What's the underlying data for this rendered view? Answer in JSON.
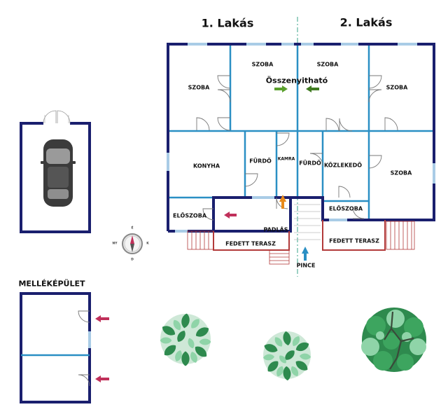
{
  "headings": {
    "apartment_1": "1. Lakás",
    "apartment_2": "2. Lakás",
    "outbuilding": "MELLÉKÉPÜLET"
  },
  "rooms": {
    "szoba_1_left": "SZOBA",
    "szoba_1_mid": "SZOBA",
    "szoba_2_mid": "SZOBA",
    "szoba_2_right": "SZOBA",
    "konyha": "KONYHA",
    "furdo_1": "FÜRDŐ",
    "kamra": "KAMRA",
    "furdo_2": "FÜRDŐ",
    "kozlekedo": "KÖZLEKEDŐ",
    "szoba_2_lower": "SZOBA",
    "eloszoba_1": "ELŐSZOBA",
    "eloszoba_2": "ELŐSZOBA",
    "padlas": "PADLÁS",
    "fedett_terasz_1": "FEDETT TERASZ",
    "fedett_terasz_2": "FEDETT TERASZ",
    "pince": "PINCE"
  },
  "note": "Összenyitható",
  "compass": {
    "north": "É",
    "south": "D",
    "east": "K",
    "west": "NY"
  },
  "colors": {
    "outer_wall": "#1a1f6e",
    "inner_wall": "#2a8fc4",
    "window": "#a9cce6",
    "terrace": "#b23a3a",
    "axis": "#3aa38a",
    "arrow_red": "#c0305a",
    "arrow_orange": "#e88a1a",
    "arrow_blue": "#2a8fc4",
    "arrow_green": "#5aa02c",
    "tree_dark": "#2e8a4e",
    "tree_light": "#8fd4a8"
  },
  "icons": [
    "car-icon",
    "compass-icon",
    "tree-icon",
    "entrance-arrow-icon",
    "door-swing-icon"
  ]
}
